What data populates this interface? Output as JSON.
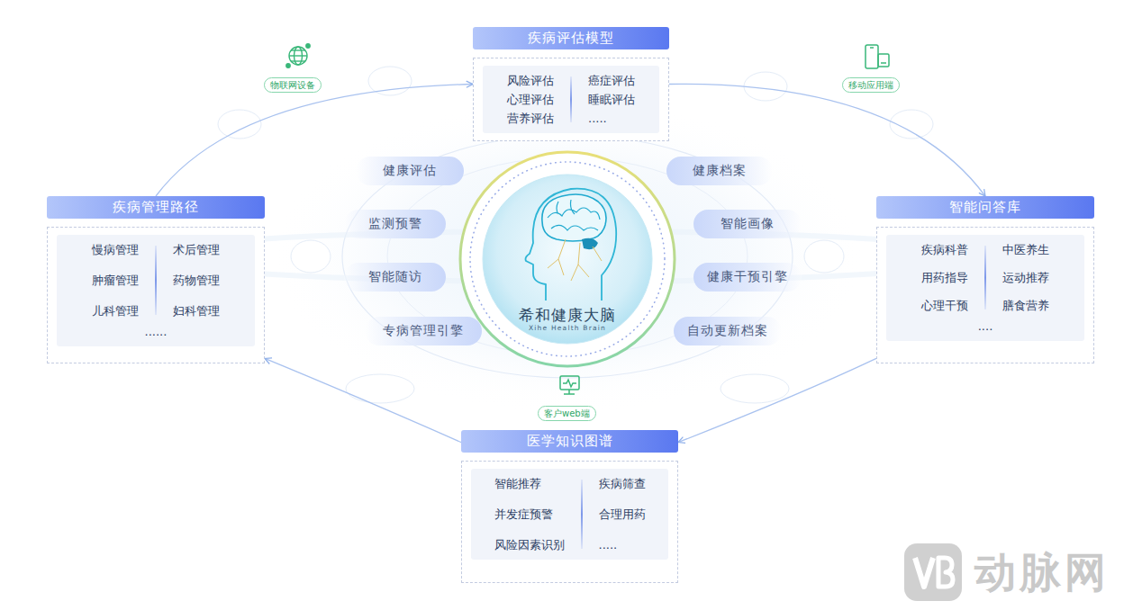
{
  "diagram": {
    "nodes": [
      {
        "text": [
          "疾病评估模型",
          "风险评估",
          "心理评估",
          "营养评估",
          "癌症评估",
          "睡眠评估",
          "....."
        ]
      },
      {
        "text": [
          "物联网设备"
        ]
      },
      {
        "text": [
          "移动应用端"
        ]
      },
      {
        "text": [
          "疾病管理路径",
          "慢病管理",
          "肿瘤管理",
          "儿科管理",
          "术后管理",
          "药物管理",
          "妇科管理",
          "......"
        ]
      },
      {
        "text": [
          "健康评估"
        ]
      },
      {
        "text": [
          "健康档案"
        ]
      },
      {
        "text": [
          "监测预警"
        ]
      },
      {
        "text": [
          "智能画像"
        ]
      },
      {
        "text": [
          "智能随访"
        ]
      },
      {
        "text": [
          "健康干预引擎"
        ]
      },
      {
        "text": [
          "专病管理引擎"
        ]
      },
      {
        "text": [
          "自动更新档案"
        ]
      },
      {
        "text": [
          "希和健康大脑",
          "Xihe Health Brain"
        ]
      },
      {
        "text": [
          "智能问答库",
          "疾病科普",
          "用药指导",
          "心理干预",
          "中医养生",
          "运动推荐",
          "膳食营养",
          "...."
        ]
      },
      {
        "text": [
          "客户web端"
        ]
      },
      {
        "text": [
          "医学知识图谱",
          "智能推荐",
          "并发症预警",
          "风险因素识别",
          "疾病筛查",
          "合理用药",
          "....."
        ]
      }
    ],
    "edges": [
      {
        "from": 3,
        "to": 0,
        "arrow": "to"
      },
      {
        "from": 0,
        "to": 13,
        "arrow": "to"
      },
      {
        "from": 13,
        "to": 15,
        "arrow": "to"
      },
      {
        "from": 15,
        "to": 3,
        "arrow": "to"
      }
    ],
    "labels": [
      "动脉网"
    ]
  }
}
